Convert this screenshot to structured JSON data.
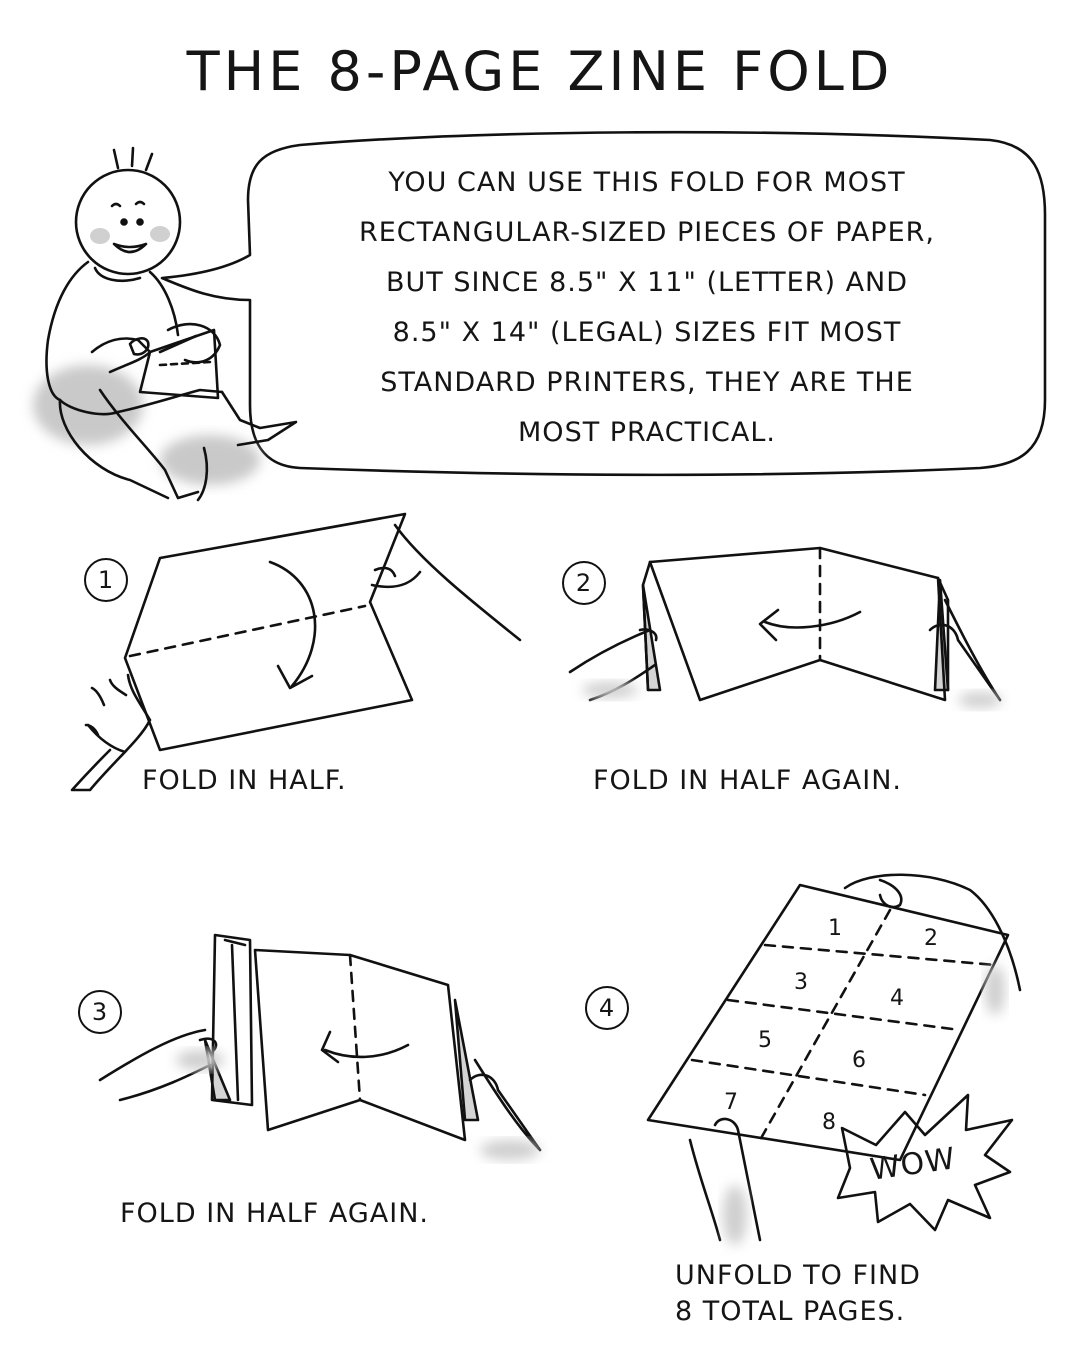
{
  "title": "THE 8-PAGE ZINE FOLD",
  "speech": [
    "YOU CAN USE THIS FOLD FOR MOST",
    "RECTANGULAR-SIZED PIECES OF PAPER,",
    "BUT SINCE 8.5\" x 11\" (LETTER) AND",
    "8.5\" x 14\" (LEGAL) SIZES FIT MOST",
    "STANDARD PRINTERS, THEY ARE THE",
    "MOST PRACTICAL."
  ],
  "steps": [
    {
      "number": "1",
      "caption": "FOLD IN HALF."
    },
    {
      "number": "2",
      "caption": "FOLD IN HALF AGAIN."
    },
    {
      "number": "3",
      "caption": "FOLD IN HALF AGAIN."
    },
    {
      "number": "4",
      "caption_lines": [
        "UNFOLD TO FIND",
        "8 TOTAL PAGES."
      ]
    }
  ],
  "exclamation": "WOW",
  "page_numbers": [
    "1",
    "2",
    "3",
    "4",
    "5",
    "6",
    "7",
    "8"
  ],
  "colors": {
    "ink": "#111111",
    "shade": "#d4d4d4",
    "paper": "#ffffff"
  }
}
